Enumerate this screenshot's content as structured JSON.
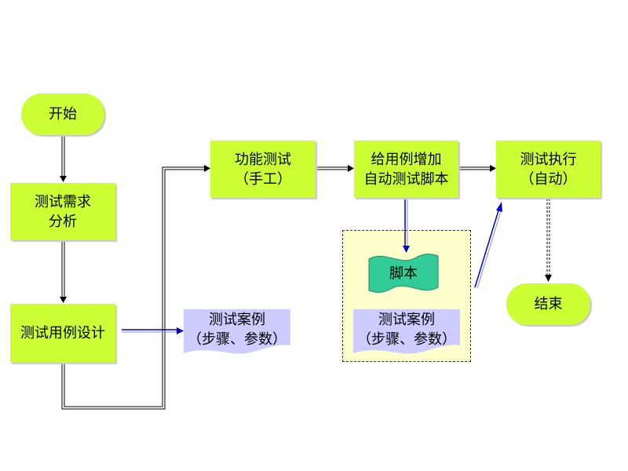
{
  "nodes": {
    "start": "开始",
    "req_analysis": "测试需求\n分析",
    "case_design": "测试用例设计",
    "functional_test": "功能测试\n（手工）",
    "add_script": "给用例增加\n自动测试脚本",
    "execute": "测试执行\n（自动）",
    "end": "结束",
    "script_doc": "脚本",
    "test_case_doc_left": "测试案例\n（步骤、参数）",
    "test_case_doc_right": "测试案例\n（步骤、参数）"
  },
  "colors": {
    "process_fill": "#ccff33",
    "script_fill": "#33cc99",
    "doc_fill": "#ccccff",
    "group_fill": "#ffffcc",
    "arrow_black": "#000000",
    "arrow_blue": "#0000cc"
  }
}
